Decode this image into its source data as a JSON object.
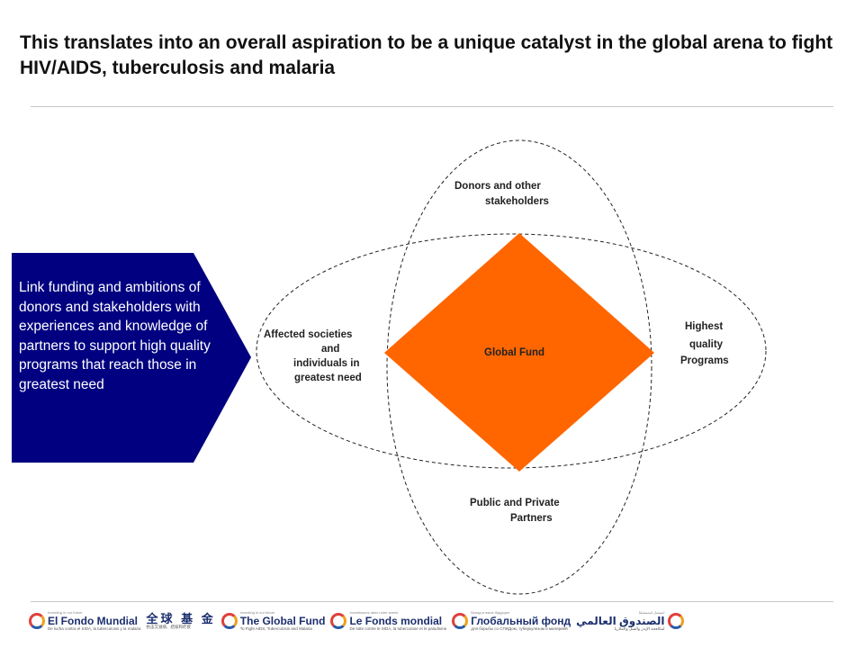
{
  "title": "This translates into an overall aspiration to be a unique catalyst in the global arena to fight HIV/AIDS, tuberculosis and malaria",
  "callout": {
    "text": "Link funding and ambitions of donors and stakeholders with experiences and knowledge of partners to support high quality programs that reach those in greatest need",
    "fill": "#000080"
  },
  "diagram": {
    "center_label": "Global Fund",
    "center_color": "#ff6600",
    "labels": {
      "top_line1": "Donors and other",
      "top_line2": "stakeholders",
      "bottom_line1": "Public and Private",
      "bottom_line2": "Partners",
      "left_line1": "Affected  societies",
      "left_line2": "and",
      "left_line3": "individuals in",
      "left_line4": "greatest  need",
      "right_line1": "Highest",
      "right_line2": "quality",
      "right_line3": "Programs"
    }
  },
  "footer": {
    "logos": [
      {
        "top": "Investing in our future",
        "main": "El Fondo Mundial",
        "sub": "De lucha contra el SIDA, la tuberculosis y la malaria"
      },
      {
        "top": "",
        "main": "全球 基 金",
        "sub": "抗击艾滋病、结核和疟疾"
      },
      {
        "top": "Investing in our future",
        "main": "The Global Fund",
        "sub": "To Fight AIDS, Tuberculosis and Malaria"
      },
      {
        "top": "Investissons dans notre avenir",
        "main": "Le Fonds mondial",
        "sub": "De lutte contre le SIDA, la tuberculose et le paludisme"
      },
      {
        "top": "Вклад в наше будущее",
        "main": "Глобальный фонд",
        "sub": "для борьбы со СПИДом, туберкулезом и малярией"
      },
      {
        "top": "استثمار لمستقبلنا",
        "main": "الصندوق العالمي",
        "sub": "لمكافحة الإيدز والسل والملاريا"
      }
    ]
  }
}
